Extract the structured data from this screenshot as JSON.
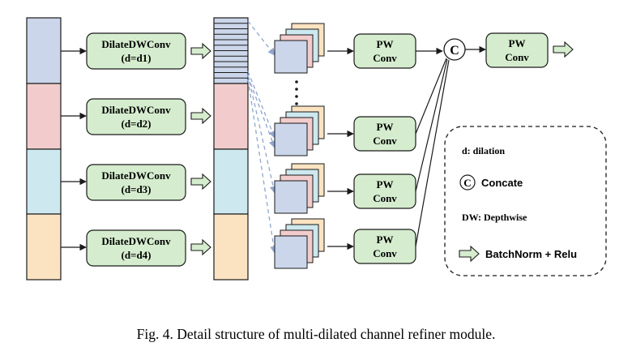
{
  "colors": {
    "blue": "#ccd6ea",
    "pink": "#f2cccc",
    "cyan": "#cde8ef",
    "peach": "#fbe3c2",
    "green": "#d5edce",
    "stroke": "#1a1a1a",
    "dashed_arrow": "#8fa6cf"
  },
  "dilate_blocks": [
    {
      "line1": "DilateDWConv",
      "line2": "(d=d1)"
    },
    {
      "line1": "DilateDWConv",
      "line2": "(d=d2)"
    },
    {
      "line1": "DilateDWConv",
      "line2": "(d=d3)"
    },
    {
      "line1": "DilateDWConv",
      "line2": "(d=d4)"
    }
  ],
  "pw_blocks": [
    {
      "line1": "PW",
      "line2": "Conv"
    },
    {
      "line1": "PW",
      "line2": "Conv"
    },
    {
      "line1": "PW",
      "line2": "Conv"
    },
    {
      "line1": "PW",
      "line2": "Conv"
    }
  ],
  "pw_final": {
    "line1": "PW",
    "line2": "Conv"
  },
  "concat_symbol": "C",
  "legend": {
    "dilation": "d: dilation",
    "concat_symbol": "C",
    "concat": "Concate",
    "depthwise": "DW: Depthwise",
    "batchnorm": "BatchNorm + Relu"
  },
  "caption": "Fig. 4.  Detail structure of multi-dilated channel refiner module."
}
